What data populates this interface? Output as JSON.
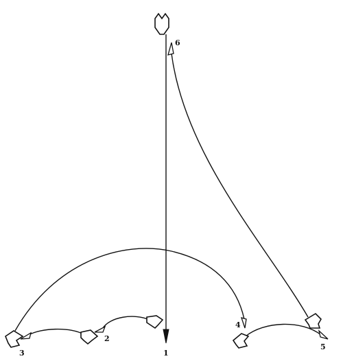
{
  "labels": {
    "n1": "1",
    "n2": "2",
    "n3": "3",
    "n4": "4",
    "n5": "5",
    "n6": "6"
  },
  "colors": {
    "ink": "#111111",
    "background": "#ffffff"
  }
}
